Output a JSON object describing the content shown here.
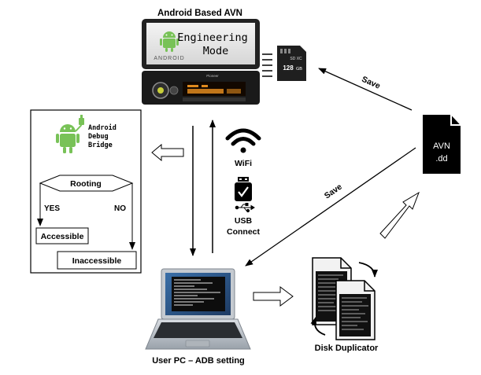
{
  "avn": {
    "title": "Android Based AVN",
    "screen_line1": "Engineering",
    "screen_line2": "Mode",
    "android_wordmark": "ANDROID",
    "radio_brand": "Pioneer"
  },
  "sd_card": {
    "capacity": "128",
    "unit": "GB",
    "tag": "SD XC"
  },
  "adb_box": {
    "label_line1": "Android",
    "label_line2": "Debug",
    "label_line3": "Bridge",
    "decision": "Rooting",
    "yes_label": "YES",
    "no_label": "NO",
    "accessible": "Accessible",
    "inaccessible": "Inaccessible"
  },
  "connectivity": {
    "wifi_label": "WiFi",
    "usb_label_line1": "USB",
    "usb_label_line2": "Connect"
  },
  "file_icon": {
    "line1": "AVN",
    "line2": ".dd"
  },
  "edges": {
    "save_top": "Save",
    "save_middle": "Save"
  },
  "pc": {
    "label": "User PC – ADB setting"
  },
  "duplicator": {
    "label": "Disk Duplicator"
  },
  "colors": {
    "android_green": "#78c257",
    "screen_amber": "#e08a1e",
    "line": "#000000"
  }
}
